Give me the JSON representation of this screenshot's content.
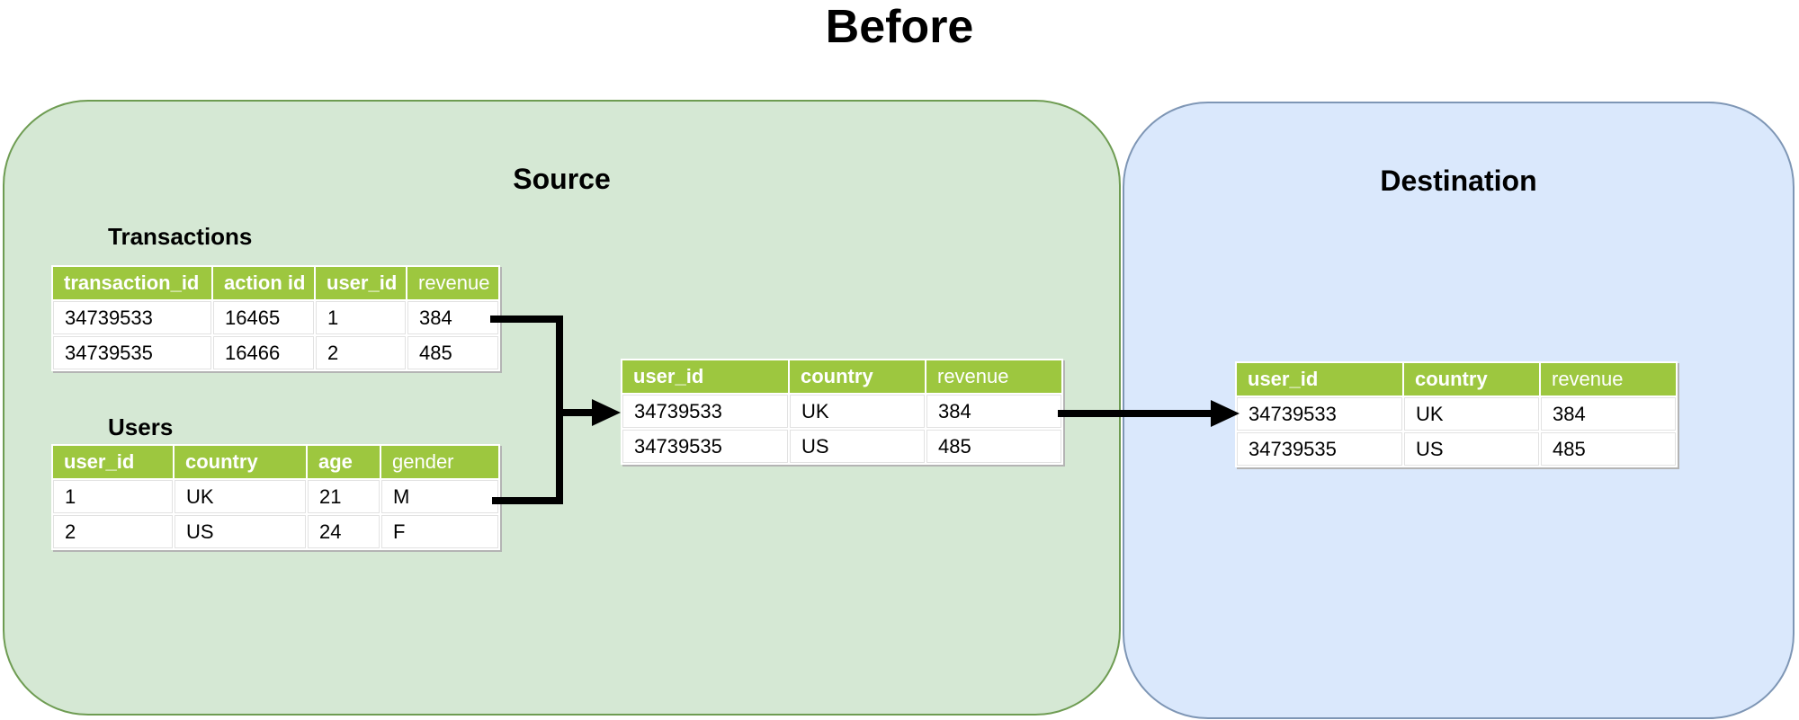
{
  "title": "Before",
  "source": {
    "label": "Source",
    "transactions": {
      "label": "Transactions",
      "columns": [
        "transaction_id",
        "action id",
        "user_id",
        "revenue"
      ],
      "rows": [
        [
          "34739533",
          "16465",
          "1",
          "384"
        ],
        [
          "34739535",
          "16466",
          "2",
          "485"
        ]
      ]
    },
    "users": {
      "label": "Users",
      "columns": [
        "user_id",
        "country",
        "age",
        "gender"
      ],
      "rows": [
        [
          "1",
          "UK",
          "21",
          "M"
        ],
        [
          "2",
          "US",
          "24",
          "F"
        ]
      ]
    },
    "joined": {
      "columns": [
        "user_id",
        "country",
        "revenue"
      ],
      "rows": [
        [
          "34739533",
          "UK",
          "384"
        ],
        [
          "34739535",
          "US",
          "485"
        ]
      ]
    }
  },
  "destination": {
    "label": "Destination",
    "output": {
      "columns": [
        "user_id",
        "country",
        "revenue"
      ],
      "rows": [
        [
          "34739533",
          "UK",
          "384"
        ],
        [
          "34739535",
          "US",
          "485"
        ]
      ]
    }
  },
  "colors": {
    "table_header_bg": "#9dc73f",
    "source_fill": "#d5e8d4",
    "source_stroke": "#6e9c52",
    "destination_fill": "#dae8fc",
    "destination_stroke": "#7e96b5",
    "arrow": "#000000"
  }
}
